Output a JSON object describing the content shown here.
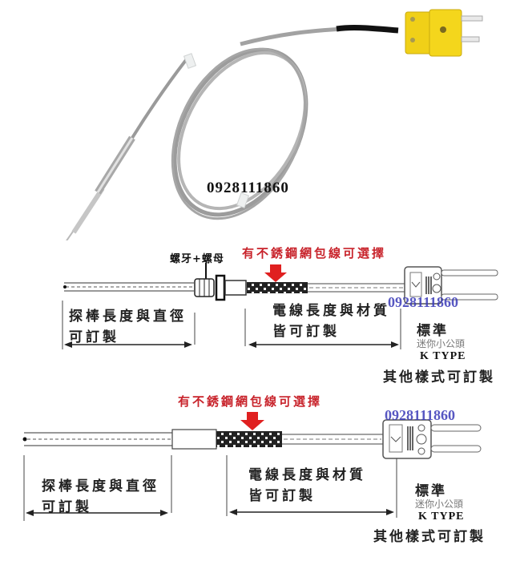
{
  "photo": {
    "phone": "0928111860",
    "description": "K-type thermocouple probe with stainless braided cable and yellow mini connector",
    "connector_color": "#f2d21a"
  },
  "diagram_top": {
    "screw_label": "螺牙+螺母",
    "braid_option": "有不銹鋼網包線可選擇",
    "probe_text_line1": "探棒長度與直徑",
    "probe_text_line2": "可訂製",
    "cable_text_line1": "電線長度與材質",
    "cable_text_line2": "皆可訂製",
    "phone": "0928111860",
    "standard_label": "標準",
    "mini_plug_label": "迷你小公頭",
    "ktype_label": "K TYPE",
    "other_styles": "其他樣式可訂製"
  },
  "diagram_bottom": {
    "braid_option": "有不銹鋼網包線可選擇",
    "probe_text_line1": "探棒長度與直徑",
    "probe_text_line2": "可訂製",
    "cable_text_line1": "電線長度與材質",
    "cable_text_line2": "皆可訂製",
    "phone": "0928111860",
    "standard_label": "標準",
    "mini_plug_label": "迷你小公頭",
    "ktype_label": "K TYPE",
    "other_styles": "其他樣式可訂製"
  },
  "colors": {
    "arrow_red": "#e02020",
    "label_red": "#c8232b",
    "phone_blue": "#3a3ab8"
  }
}
